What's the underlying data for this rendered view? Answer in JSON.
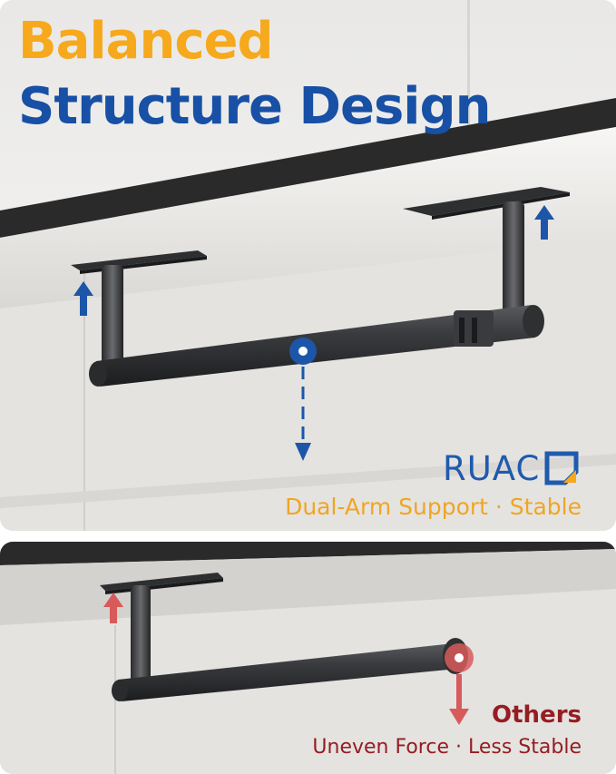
{
  "headline": {
    "line1": "Balanced",
    "line2": "Structure Design"
  },
  "brand": {
    "name": "RUAC",
    "mark_icon": "q-square-mark-icon"
  },
  "comparison": {
    "ours_caption": "Dual-Arm Support · Stable",
    "others_title": "Others",
    "others_caption": "Uneven Force · Less Stable"
  },
  "colors": {
    "headline_orange": "#f6a91d",
    "headline_blue": "#1750a5",
    "brand_blue": "#1f5aae",
    "caption_orange": "#f0a524",
    "others_red": "#951d23",
    "force_blue": "#1d56a8",
    "force_red": "#d85a5a",
    "product_black": "#2b2c2e"
  },
  "icons": {
    "up_arrow_ours": "up-arrow-icon",
    "down_arrow_ours": "down-arrow-icon",
    "center_point": "center-of-gravity-icon",
    "up_arrow_others": "up-arrow-icon",
    "down_arrow_others": "down-arrow-icon",
    "end_point": "offset-load-point-icon"
  }
}
